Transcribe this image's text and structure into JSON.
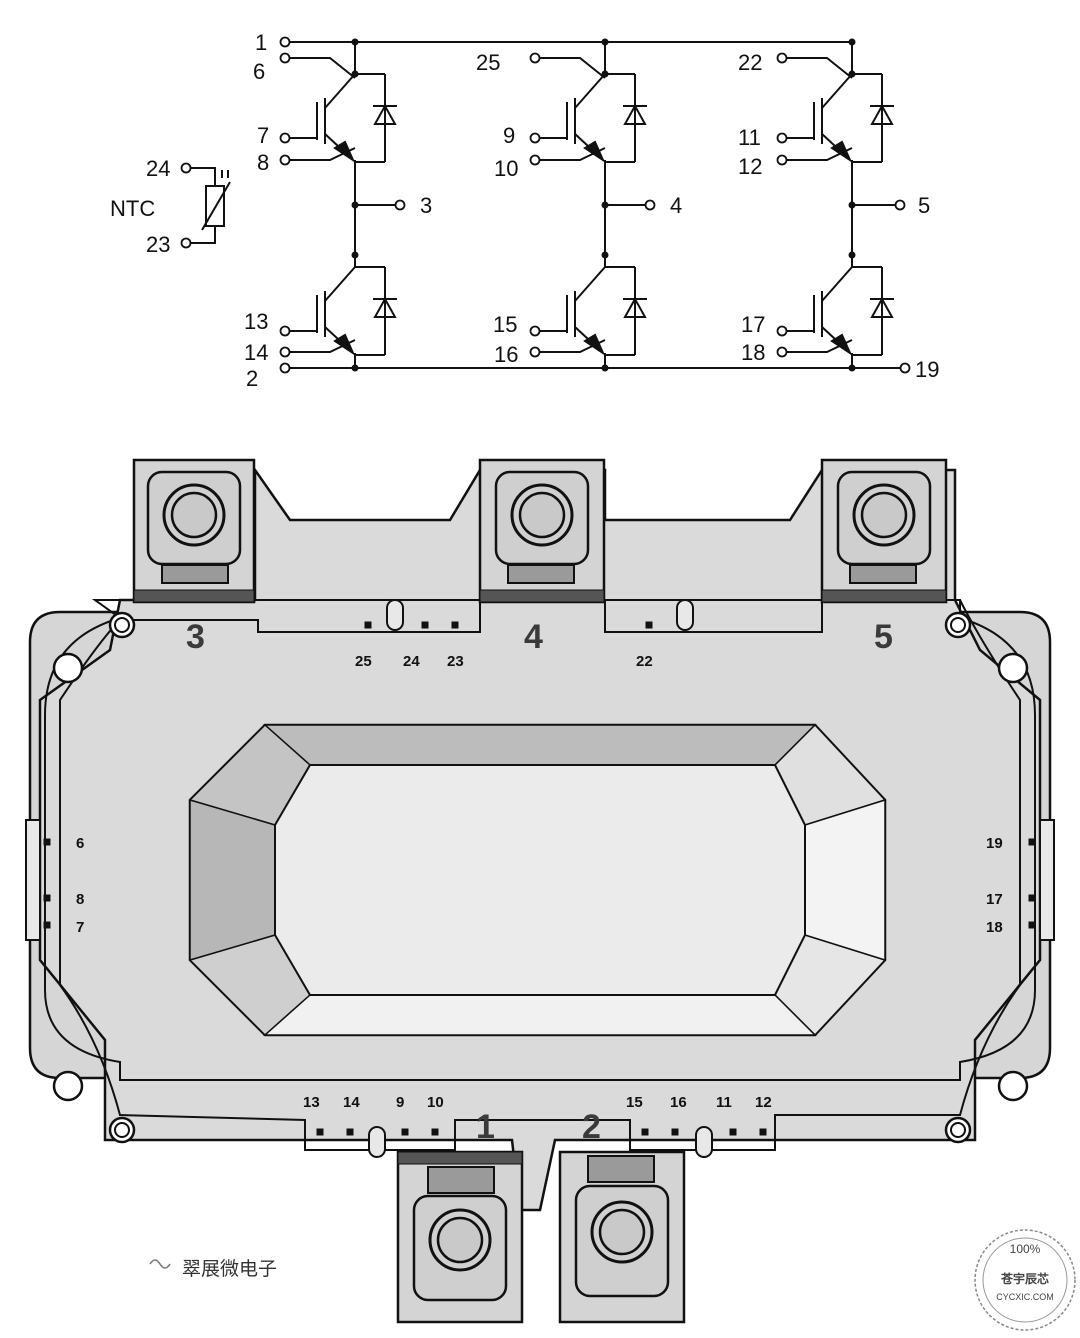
{
  "schematic": {
    "ntc_label": "NTC",
    "pins": {
      "p1": "1",
      "p2": "2",
      "p3": "3",
      "p4": "4",
      "p5": "5",
      "p6": "6",
      "p7": "7",
      "p8": "8",
      "p9": "9",
      "p10": "10",
      "p11": "11",
      "p12": "12",
      "p13": "13",
      "p14": "14",
      "p15": "15",
      "p16": "16",
      "p17": "17",
      "p18": "18",
      "p19": "19",
      "p22": "22",
      "p23": "23",
      "p24": "24",
      "p25": "25"
    }
  },
  "package": {
    "terminals": {
      "t1": "1",
      "t2": "2",
      "t3": "3",
      "t4": "4",
      "t5": "5"
    },
    "pins": {
      "p6": "6",
      "p7": "7",
      "p8": "8",
      "p9": "9",
      "p10": "10",
      "p11": "11",
      "p12": "12",
      "p13": "13",
      "p14": "14",
      "p15": "15",
      "p16": "16",
      "p17": "17",
      "p18": "18",
      "p19": "19",
      "p22": "22",
      "p23": "23",
      "p24": "24",
      "p25": "25"
    },
    "colors": {
      "body": "#d9d9d9",
      "outline": "#111111",
      "window_light": "#ececec",
      "window_shade": "#a8a8a8"
    }
  },
  "watermark": {
    "text": "翠展微电子"
  },
  "stamp": {
    "top": "100%",
    "middle": "苍宇辰芯",
    "bottom": "CYCXIC.COM"
  }
}
